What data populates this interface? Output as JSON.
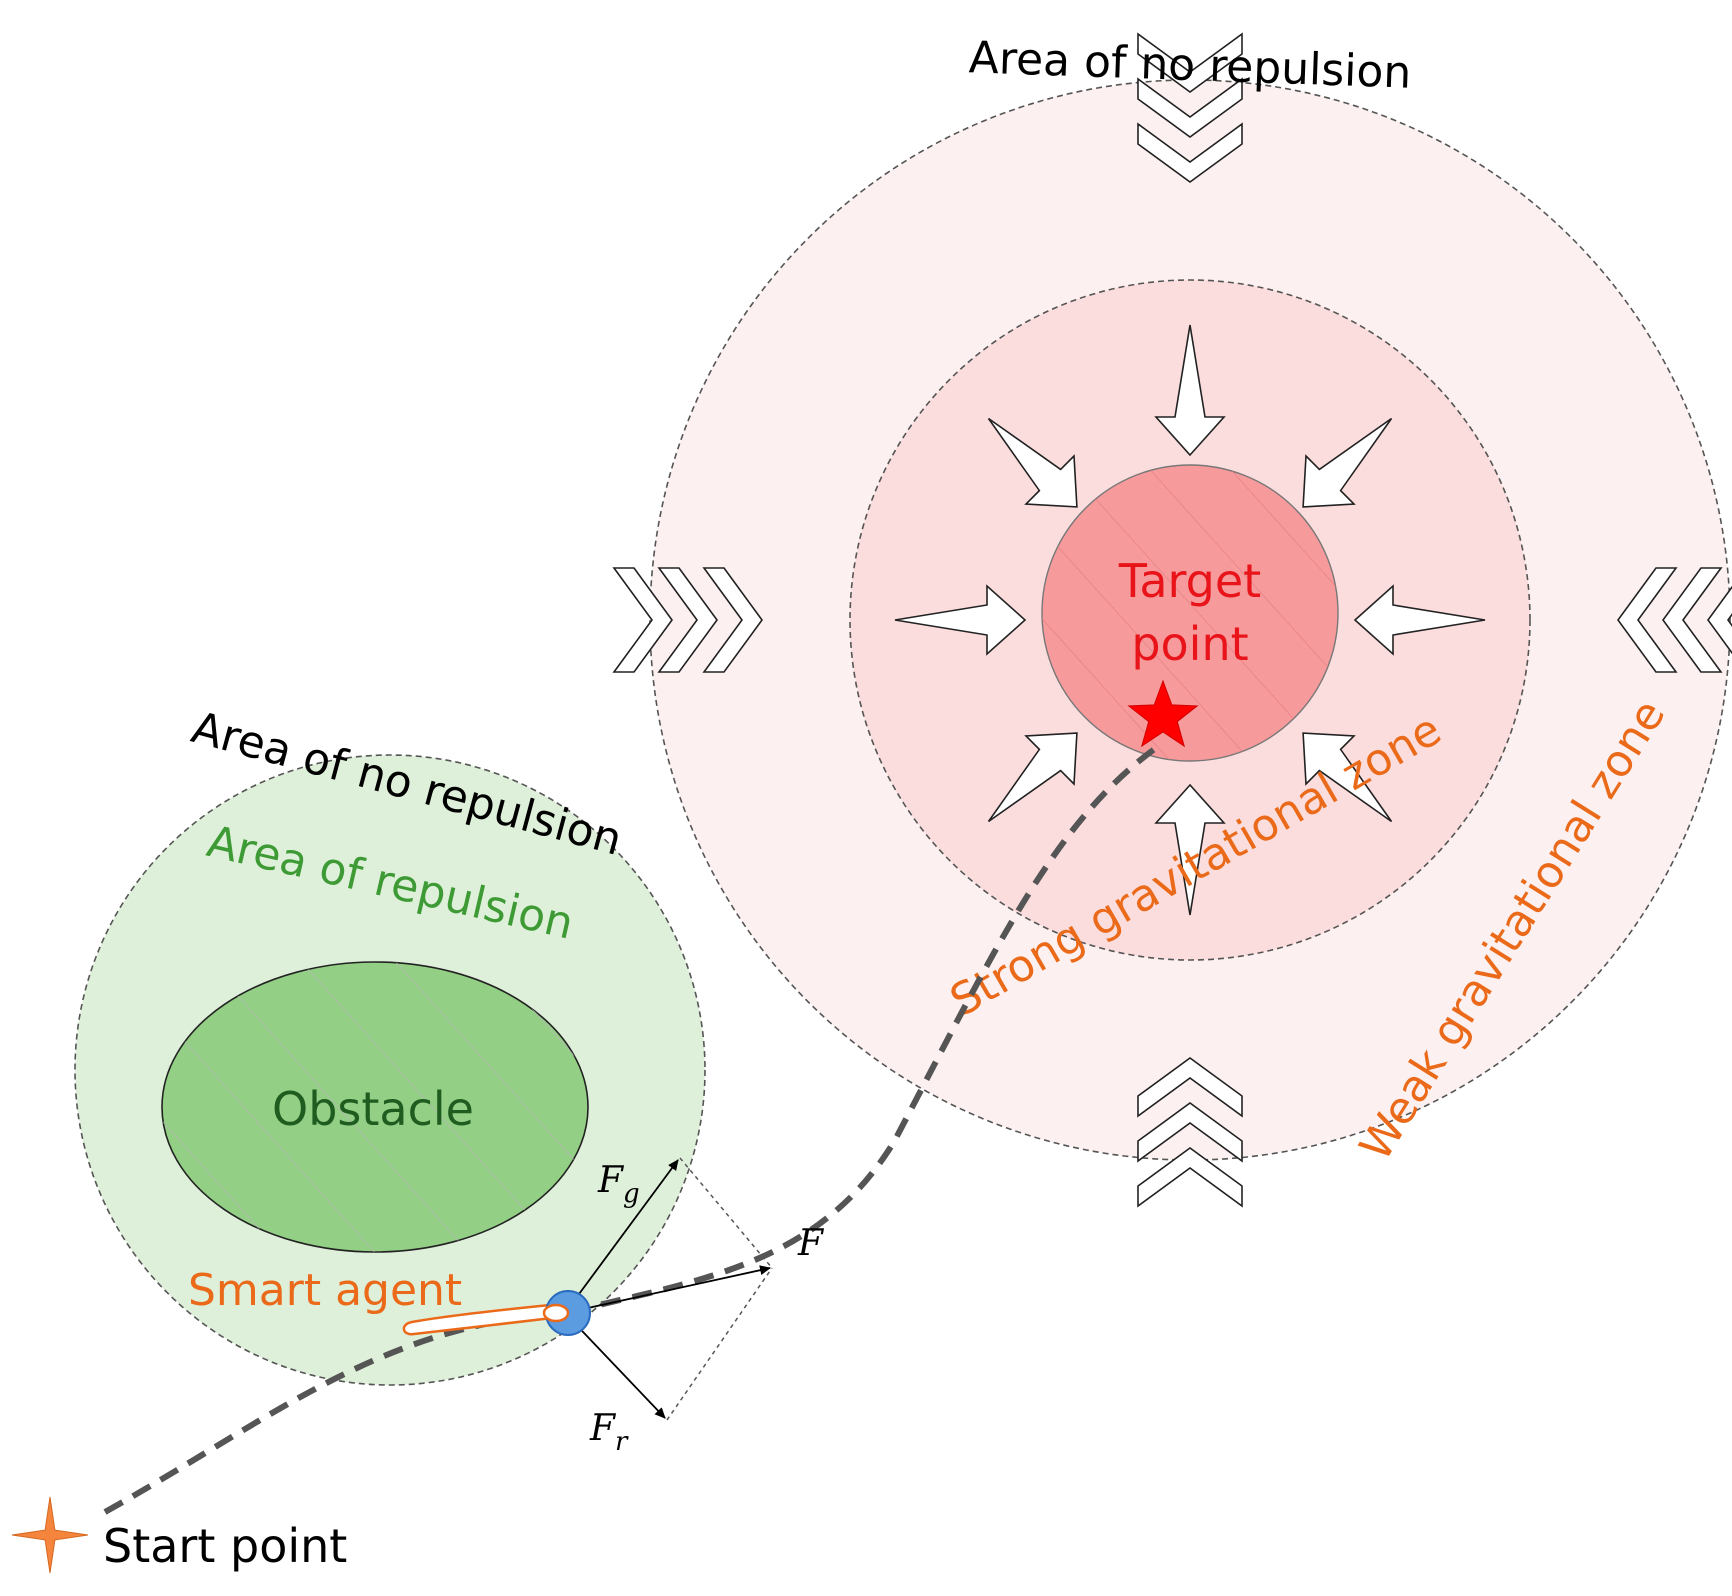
{
  "labels": {
    "top_no_repulsion": "Area of no repulsion",
    "target_point_line1": "Target",
    "target_point_line2": "point",
    "strong_zone": "Strong gravitational zone",
    "weak_zone": "Weak gravitational zone",
    "left_no_repulsion": "Area of no repulsion",
    "area_of_repulsion": "Area of repulsion",
    "obstacle": "Obstacle",
    "smart_agent": "Smart agent",
    "start_point": "Start point"
  },
  "forces": {
    "gravitational": {
      "symbol": "F",
      "subscript": "g"
    },
    "repulsive": {
      "symbol": "F",
      "subscript": "r"
    },
    "resultant": {
      "symbol": "F"
    }
  },
  "colors": {
    "weak_zone_fill": "#fdf0f0",
    "strong_zone_fill": "#fcdddd",
    "target_fill": "#f79a9c",
    "target_text": "#e8141a",
    "star": "#ff0000",
    "orange_text": "#ea6a1a",
    "repulsion_fill": "#dff0da",
    "obstacle_fill": "#93cf85",
    "obstacle_text": "#1f5c1f",
    "green_text": "#3d9a35",
    "agent_fill": "#5b9be0",
    "path": "#555555",
    "start_star": "#f5843c"
  },
  "icons": {
    "target": "star-icon",
    "start": "four-point-star-icon",
    "agent": "circle-icon"
  }
}
